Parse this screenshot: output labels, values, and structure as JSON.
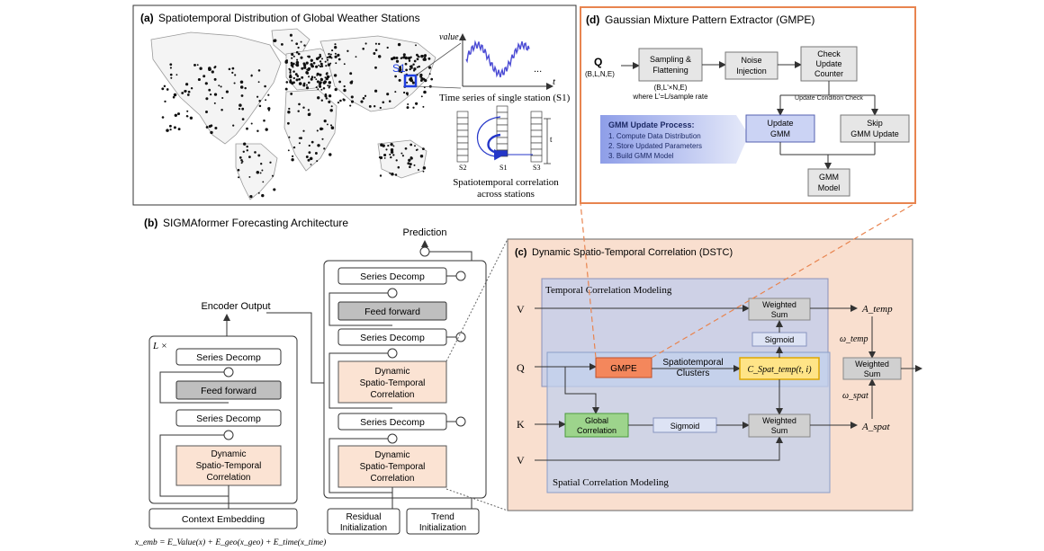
{
  "panel_a": {
    "tag": "(a)",
    "title": "Spatiotemporal Distribution of Global Weather Stations",
    "station_label": "S1",
    "value_axis": "value",
    "time_axis": "t",
    "ellipsis": "...",
    "series_caption": "Time series of single station (S1)",
    "col_s2": "S2",
    "col_s1": "S1",
    "col_s3": "S3",
    "t_marker": "t",
    "corr_caption_1": "Spatiotemporal correlation",
    "corr_caption_2": "across stations"
  },
  "panel_b": {
    "tag": "(b)",
    "title": "SIGMAformer Forecasting Architecture",
    "encoder_output": "Encoder Output",
    "prediction": "Prediction",
    "lx": "L ×",
    "series_decomp": "Series Decomp",
    "feed_forward": "Feed forward",
    "dstc_1": "Dynamic",
    "dstc_2": "Spatio-Temporal",
    "dstc_3": "Correlation",
    "context_embedding": "Context Embedding",
    "residual_1": "Residual",
    "residual_2": "Initialization",
    "trend_1": "Trend",
    "trend_2": "Initialization",
    "formula": "x_emb = E_Value(x) + E_geo(x_geo) + E_time(x_time)"
  },
  "panel_c": {
    "tag": "(c)",
    "title": "Dynamic Spatio-Temporal Correlation (DSTC)",
    "temporal_title": "Temporal Correlation Modeling",
    "spatial_title": "Spatial Correlation Modeling",
    "v": "V",
    "q": "Q",
    "k": "K",
    "gmpe": "GMPE",
    "clusters_1": "Spatiotemporal",
    "clusters_2": "Clusters",
    "c_spat_temp": "C_Spat_temp(t, i)",
    "weighted": "Weighted",
    "sum": "Sum",
    "sigmoid": "Sigmoid",
    "global_1": "Global",
    "global_2": "Correlation",
    "a_temp": "A_temp",
    "a_spat": "A_spat",
    "w_temp": "ω_temp",
    "w_spat": "ω_spat"
  },
  "panel_d": {
    "tag": "(d)",
    "title": "Gaussian Mixture Pattern Extractor (GMPE)",
    "q": "Q",
    "q_shape": "(B,L,N,E)",
    "sampling_1": "Sampling &",
    "sampling_2": "Flattening",
    "shape_2": "(B,L'×N,E)",
    "where": "where L'=L/sample rate",
    "noise_1": "Noise",
    "noise_2": "Injection",
    "check_1": "Check",
    "check_2": "Update",
    "check_3": "Counter",
    "update_check": "Update Condition Check",
    "update_gmm_1": "Update",
    "update_gmm_2": "GMM",
    "skip_1": "Skip",
    "skip_2": "GMM Update",
    "gmm_model_1": "GMM",
    "gmm_model_2": "Model",
    "process_title": "GMM Update Process:",
    "process_steps": [
      "1.    Compute Data Distribution",
      "2.    Store Updated Parameters",
      "3.    Build GMM Model"
    ]
  },
  "colors": {
    "peach": "#fbe3d3",
    "dstc_bg": "#f9dfcf",
    "temporal_bg": "#c9cfe8",
    "spatial_bg": "#c1d0ec",
    "gmpe_box": "#f4875c",
    "c_box": "#ffe487",
    "global_box": "#9dd48c",
    "update_box": "#cbd3f4",
    "grey_box": "#e6e6e6",
    "dark_box": "#bfbfbf",
    "orange_border": "#e8844f",
    "blue_station": "#1f3fe0"
  }
}
